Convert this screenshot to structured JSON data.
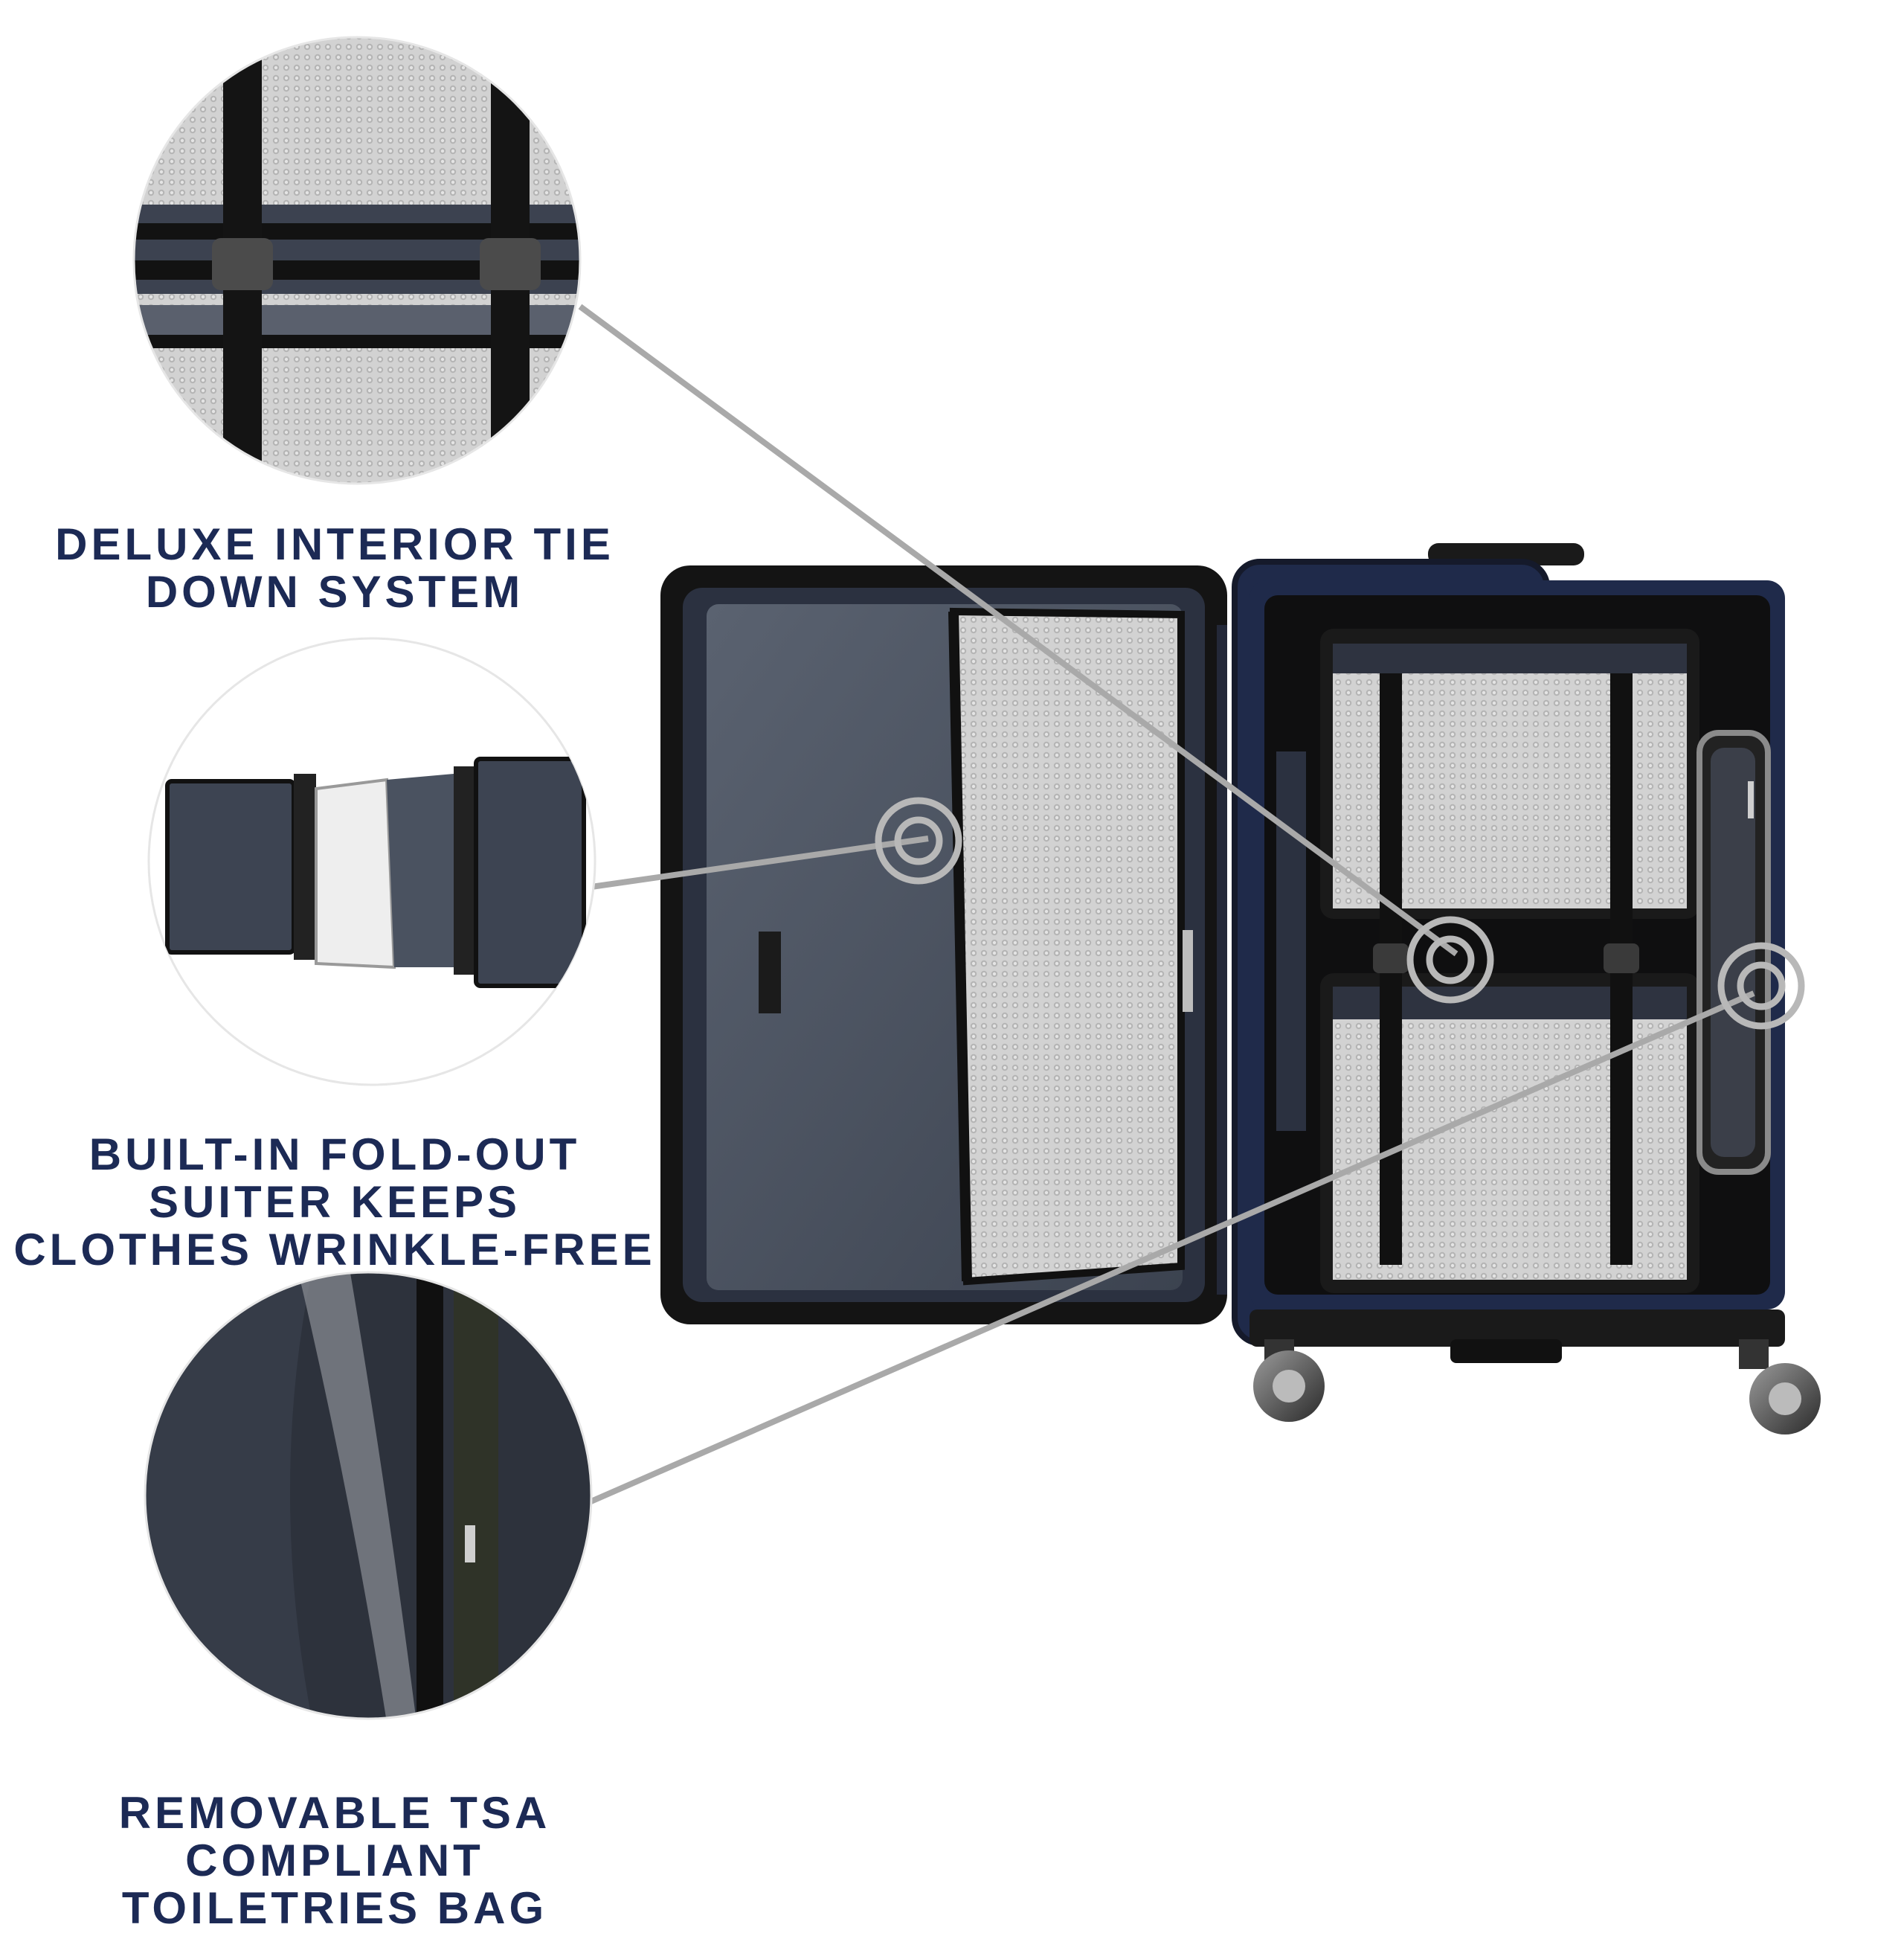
{
  "features": [
    {
      "id": "tie-down",
      "lines": [
        "DELUXE INTERIOR TIE",
        "DOWN SYSTEM"
      ]
    },
    {
      "id": "suiter",
      "lines": [
        "BUILT-IN FOLD-OUT",
        "SUITER KEEPS",
        "CLOTHES WRINKLE-FREE"
      ]
    },
    {
      "id": "toiletries",
      "lines": [
        "REMOVABLE TSA COMPLIANT",
        "TOILETRIES BAG"
      ]
    }
  ],
  "colors": {
    "caption_text": "#1c2a55",
    "callout_line": "#a9a9a9",
    "luggage_navy": "#1f2a4a",
    "lining_gray": "#4a5260",
    "mesh_gray": "#c9c9c9"
  }
}
